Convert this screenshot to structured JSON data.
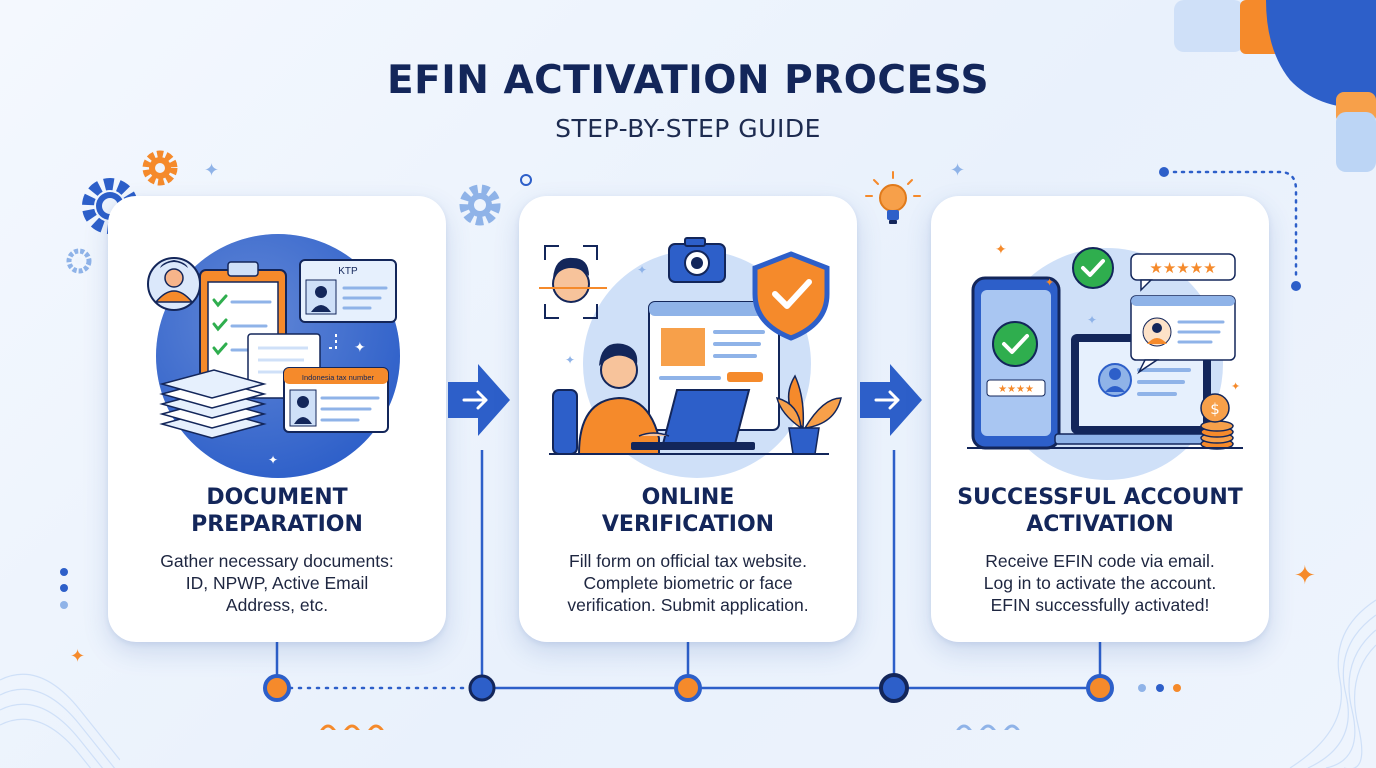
{
  "header": {
    "title": "EFIN ACTIVATION PROCESS",
    "subtitle": "STEP-BY-STEP GUIDE"
  },
  "steps": [
    {
      "title": "DOCUMENT\nPREPARATION",
      "description": "Gather necessary documents:\nID, NPWP, Active Email\nAddress, etc.",
      "illustration_labels": {
        "id_card": "KTP",
        "tax_card": "Indonesia tax number"
      },
      "icons": [
        "user-avatar-icon",
        "clipboard-checklist-icon",
        "id-card-icon",
        "document-stack-icon"
      ]
    },
    {
      "title": "ONLINE\nVERIFICATION",
      "description": "Fill form on official tax website.\nComplete biometric or face\nverification. Submit application.",
      "icons": [
        "face-scan-icon",
        "camera-icon",
        "shield-check-icon",
        "laptop-user-icon",
        "plant-icon"
      ]
    },
    {
      "title": "SUCCESSFUL ACCOUNT\nACTIVATION",
      "description": "Receive EFIN code via email.\nLog in to activate the account.\nEFIN successfully activated!",
      "icons": [
        "phone-check-icon",
        "laptop-profile-icon",
        "rating-stars-icon",
        "coin-stack-icon"
      ]
    }
  ],
  "colors": {
    "navy": "#13265a",
    "blue": "#2d5fc9",
    "light_blue": "#cfe0f8",
    "orange": "#f58a2b",
    "green": "#2fae4e",
    "background": "#eef4fd"
  }
}
